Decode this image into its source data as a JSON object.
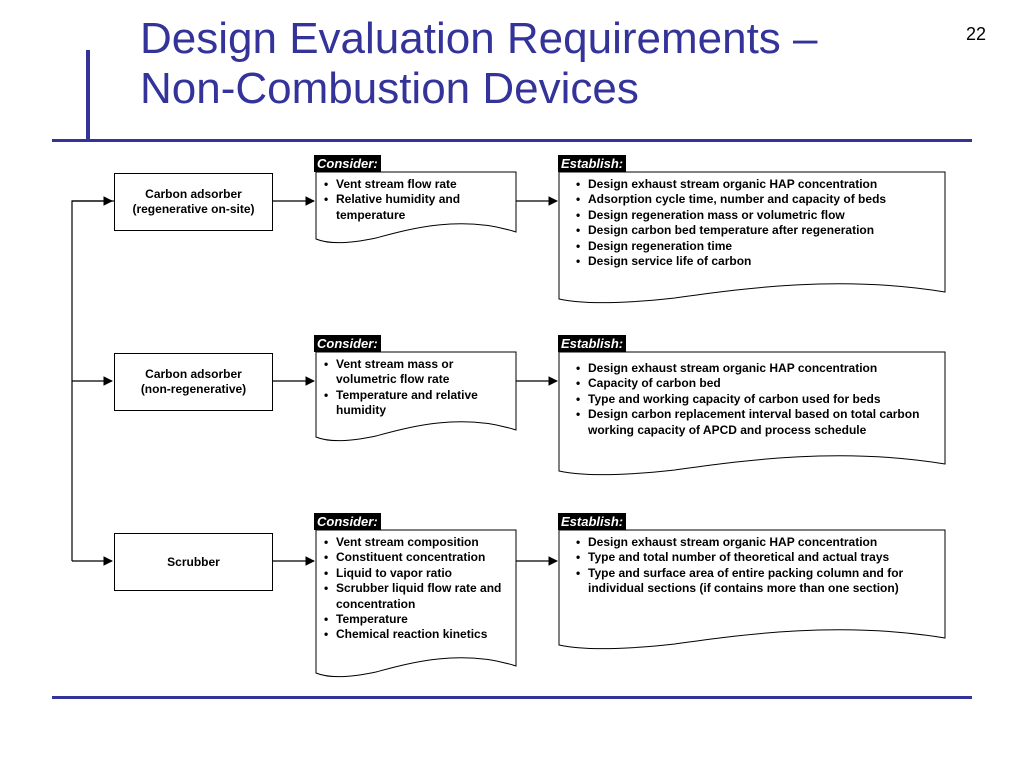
{
  "slide": {
    "title_line1": "Design Evaluation Requirements –",
    "title_line2": "Non-Combustion Devices",
    "page_number": "22",
    "accent_color": "#333399"
  },
  "rows": [
    {
      "device": [
        "Carbon adsorber",
        "(regenerative on-site)"
      ],
      "consider_label": "Consider:",
      "consider": [
        "Vent stream flow rate",
        "Relative humidity and temperature"
      ],
      "establish_label": "Establish:",
      "establish": [
        "Design exhaust stream organic HAP concentration",
        "Adsorption cycle time, number and capacity of beds",
        "Design regeneration mass or volumetric flow",
        "Design carbon bed temperature after regeneration",
        "Design regeneration time",
        "Design service life of carbon"
      ]
    },
    {
      "device": [
        "Carbon adsorber",
        "(non-regenerative)"
      ],
      "consider_label": "Consider:",
      "consider": [
        "Vent stream mass or volumetric flow rate",
        "Temperature and relative humidity"
      ],
      "establish_label": "Establish:",
      "establish": [
        "Design exhaust stream organic HAP concentration",
        "Capacity of carbon bed",
        "Type and working capacity of carbon used for beds",
        "Design carbon replacement interval based on total carbon working capacity of APCD and process schedule"
      ]
    },
    {
      "device": [
        "Scrubber"
      ],
      "consider_label": "Consider:",
      "consider": [
        "Vent stream composition",
        "Constituent concentration",
        "Liquid to vapor ratio",
        "Scrubber liquid flow rate and concentration",
        "Temperature",
        "Chemical reaction kinetics"
      ],
      "establish_label": "Establish:",
      "establish": [
        "Design exhaust stream organic HAP concentration",
        "Type and total number of theoretical and actual trays",
        "Type and surface area of entire packing column and for individual sections (if contains more than one section)"
      ]
    }
  ]
}
